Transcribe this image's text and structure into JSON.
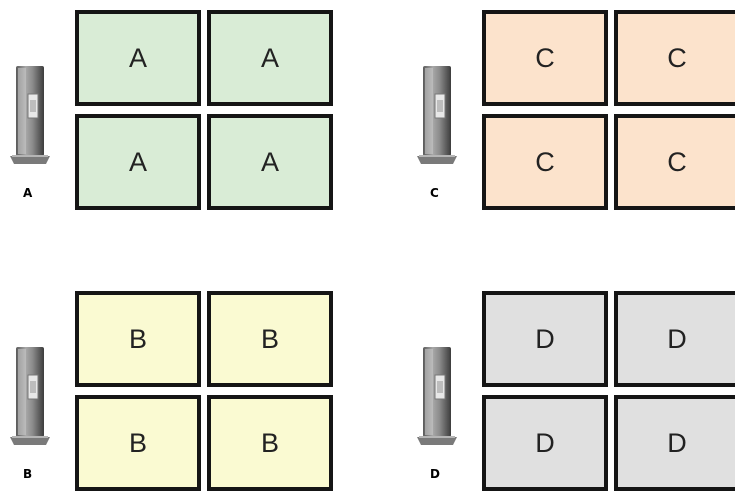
{
  "groups": [
    {
      "computer_label": "A",
      "screen_color": "#d9ecd6",
      "monitors": [
        "A",
        "A",
        "A",
        "A"
      ]
    },
    {
      "computer_label": "C",
      "screen_color": "#fce3cc",
      "monitors": [
        "C",
        "C",
        "C",
        "C"
      ]
    },
    {
      "computer_label": "B",
      "screen_color": "#fafad2",
      "monitors": [
        "B",
        "B",
        "B",
        "B"
      ]
    },
    {
      "computer_label": "D",
      "screen_color": "#e0e0e0",
      "monitors": [
        "D",
        "D",
        "D",
        "D"
      ]
    }
  ],
  "icons": {
    "computer": "tower-pc-icon"
  }
}
